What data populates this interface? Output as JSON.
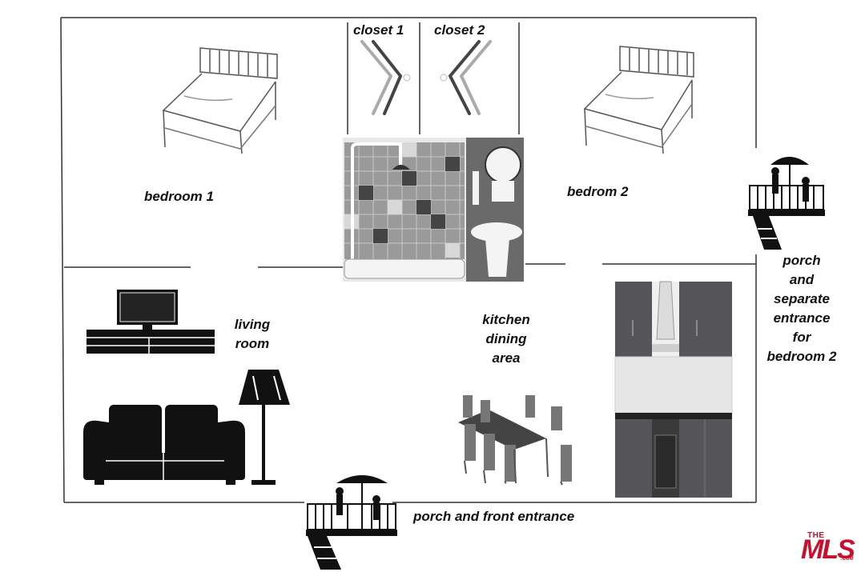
{
  "rooms": {
    "closet1": "closet 1",
    "closet2": "closet 2",
    "bedroom1": "bedroom 1",
    "bedroom2": "bedrom 2",
    "living_room": [
      "living",
      "room"
    ],
    "kitchen": [
      "kitchen",
      "dining",
      "area"
    ],
    "side_porch": [
      "porch",
      "and",
      "separate",
      "entrance",
      "for",
      "bedroom 2"
    ],
    "front_porch": "porch and front entrance"
  },
  "logo": {
    "the": "THE",
    "mls": "MLS",
    "com": ".COM",
    "color": "#c8102e"
  },
  "colors": {
    "wall": "#333333",
    "furniture": "#111111",
    "cabinet": "#55555a",
    "tile": "#8a8a8a"
  }
}
